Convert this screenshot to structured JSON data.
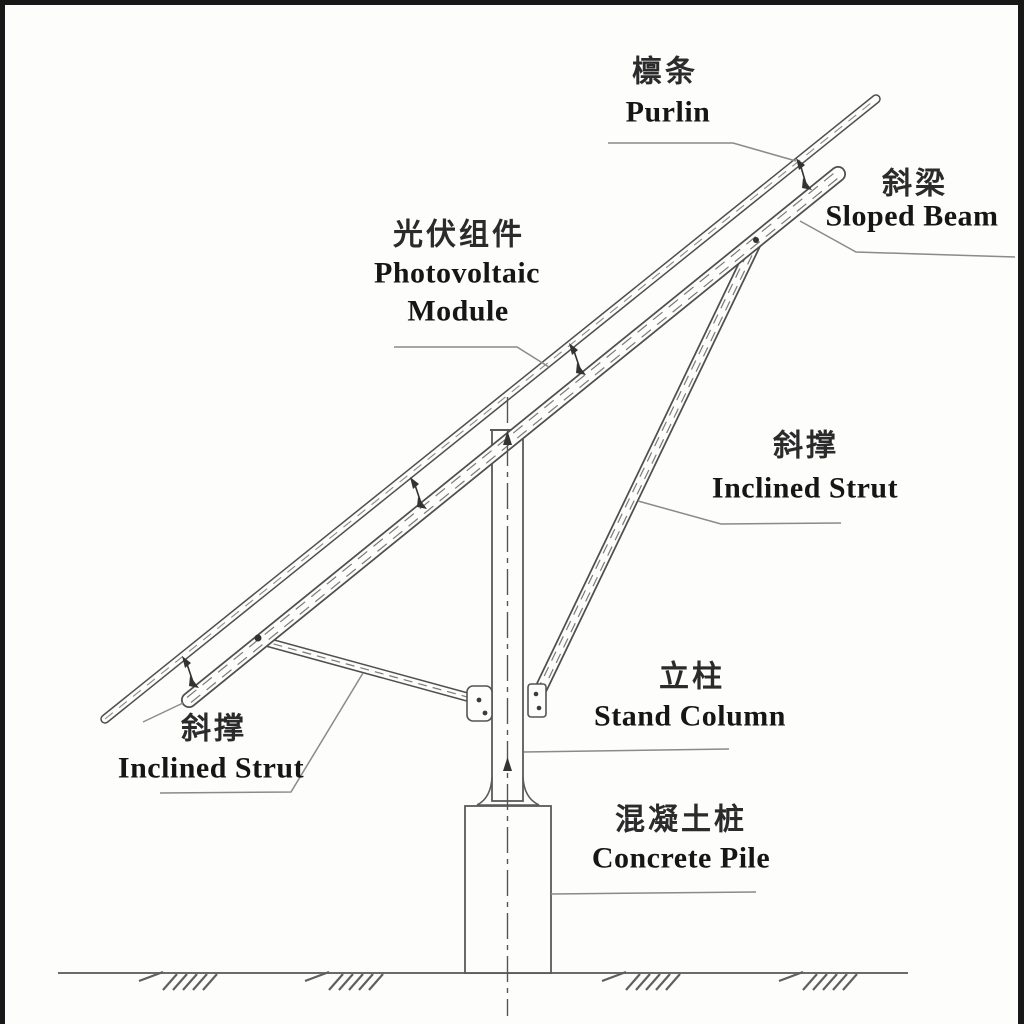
{
  "diagram": {
    "subject": "photovoltaic-mounting-structure",
    "labels": {
      "purlin": {
        "zh": "檩条",
        "en": "Purlin"
      },
      "sloped_beam": {
        "zh": "斜梁",
        "en": "Sloped Beam"
      },
      "pv_module": {
        "zh": "光伏组件",
        "en_line1": "Photovoltaic",
        "en_line2": "Module"
      },
      "inclined_strut_right": {
        "zh": "斜撑",
        "en": "Inclined Strut"
      },
      "inclined_strut_left": {
        "zh": "斜撑",
        "en": "Inclined Strut"
      },
      "stand_column": {
        "zh": "立柱",
        "en": "Stand Column"
      },
      "concrete_pile": {
        "zh": "混凝土桩",
        "en": "Concrete Pile"
      }
    },
    "colors": {
      "line": "#4f4f4f",
      "thin_line": "#8a8a8a",
      "text": "#1f1f1f",
      "background": "#fdfdfc",
      "frame": "#181818"
    }
  }
}
